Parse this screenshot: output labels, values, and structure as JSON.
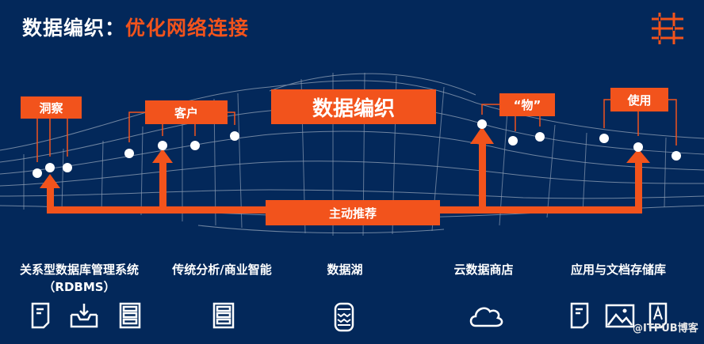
{
  "title": {
    "main": "数据编织：",
    "highlight": "优化网络连接"
  },
  "labels": {
    "insight": "洞察",
    "customer": "客户",
    "fabric": "数据编织",
    "things": "“物”",
    "usage": "使用",
    "recommend": "主动推荐"
  },
  "categories": [
    {
      "label": "关系型数据库管理系统",
      "sub": "（RDBMS）",
      "icons": [
        "document-icon",
        "download-tray-icon",
        "server-icon"
      ]
    },
    {
      "label": "传统分析/商业智能",
      "icons": [
        "server-icon"
      ]
    },
    {
      "label": "数据湖",
      "icons": [
        "database-icon"
      ]
    },
    {
      "label": "云数据商店",
      "icons": [
        "cloud-icon"
      ]
    },
    {
      "label": "应用与文档存储库",
      "icons": [
        "document-icon",
        "image-icon",
        "text-file-icon"
      ]
    }
  ],
  "watermark": "@ITPUB博客",
  "colors": {
    "background": "#03285a",
    "accent": "#f2531c"
  }
}
